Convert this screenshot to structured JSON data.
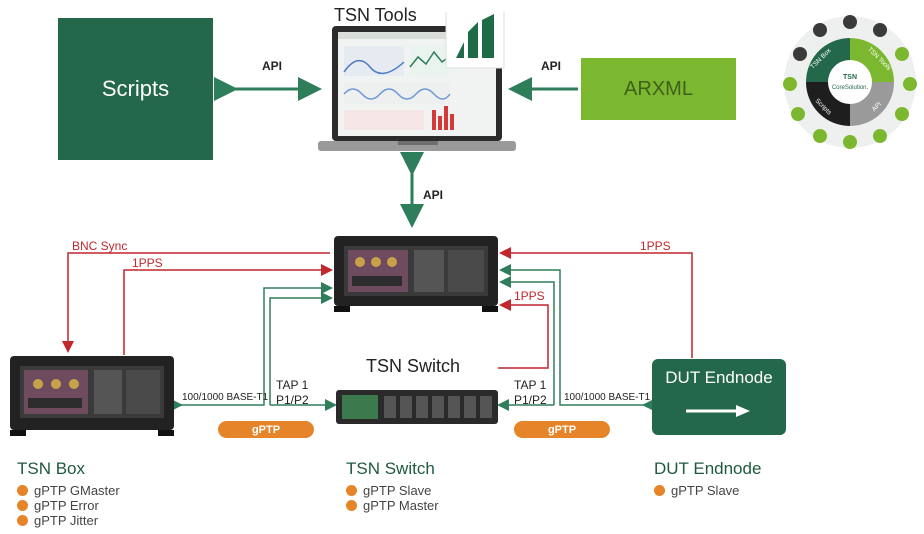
{
  "boxes": {
    "scripts": "Scripts",
    "arxml": "ARXML",
    "tsn_tools": "TSN Tools",
    "tsn_switch_top": "TSN Switch",
    "dut_box": "DUT Endnode"
  },
  "connections": {
    "api_left": "API",
    "api_right": "API",
    "api_down": "API",
    "bnc_sync": "BNC Sync",
    "pps_left": "1PPS",
    "pps_right": "1PPS",
    "pps_mid": "1PPS",
    "tap_left_1": "TAP 1",
    "tap_left_2": "P1/P2",
    "tap_right_1": "TAP 1",
    "tap_right_2": "P1/P2",
    "link_left": "100/1000 BASE-T1",
    "link_right": "100/1000 BASE-T1",
    "gptp_left": "gPTP",
    "gptp_right": "gPTP"
  },
  "devices": [
    {
      "name": "TSN Box",
      "features": [
        "gPTP GMaster",
        "gPTP Error",
        "gPTP Jitter"
      ]
    },
    {
      "name": "TSN Switch",
      "features": [
        "gPTP Slave",
        "gPTP Master"
      ]
    },
    {
      "name": "DUT Endnode",
      "features": [
        "gPTP Slave"
      ]
    }
  ],
  "wheel": {
    "center_1": "TSN",
    "center_2": "CoreSolution.",
    "seg_box": "TSN Box",
    "seg_tools": "TSN Tools",
    "seg_scripts": "Scripts",
    "seg_api": "API"
  },
  "colors": {
    "dark_green": "#23684a",
    "light_green": "#7cb82f",
    "arrow_green": "#2e7d5b",
    "red": "#c1272d",
    "orange": "#e6842a"
  }
}
